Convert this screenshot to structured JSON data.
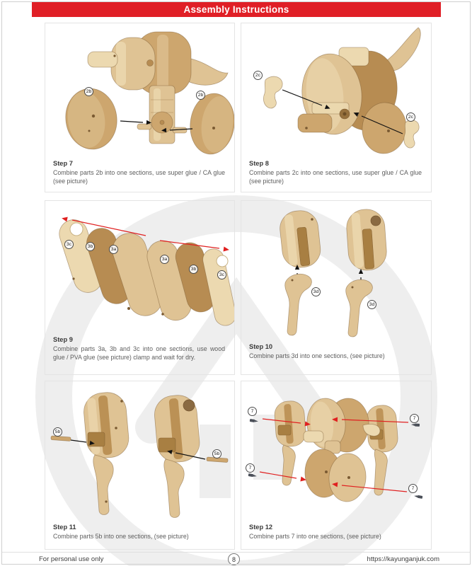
{
  "header": {
    "title": "Assembly Instructions",
    "bar_color": "#e01f26"
  },
  "steps": [
    {
      "title": "Step 7",
      "instruction": "Combine parts 2b into one sections, use super glue / CA glue (see picture)",
      "labels": [
        "2b",
        "2b"
      ]
    },
    {
      "title": "Step 8",
      "instruction": "Combine parts 2c into one sections, use super glue / CA glue (see picture)",
      "labels": [
        "2c",
        "2c"
      ]
    },
    {
      "title": "Step 9",
      "instruction": "Combine parts 3a, 3b and 3c into one sections, use wood glue / PVA glue (see picture) clamp and wait for dry.",
      "labels": [
        "3c",
        "3b",
        "3a",
        "3a",
        "3b",
        "3c"
      ]
    },
    {
      "title": "Step 10",
      "instruction": "Combine parts 3d into one sections, (see picture)",
      "labels": [
        "3d",
        "3d"
      ]
    },
    {
      "title": "Step 11",
      "instruction": "Combine parts 5b into one sections, (see picture)",
      "labels": [
        "5b",
        "5b"
      ]
    },
    {
      "title": "Step 12",
      "instruction": "Combine parts 7 into one sections, (see picture)",
      "labels": [
        "7",
        "7",
        "7",
        "7"
      ]
    }
  ],
  "footer": {
    "left": "For personal use only",
    "page_number": "8",
    "right": "https://kayunganjuk.com"
  },
  "colors": {
    "header_red": "#e01f26",
    "arrow_red": "#e02020",
    "arrow_black": "#111111",
    "wood_light": "#ecd9b0",
    "wood_mid": "#dfc394",
    "wood_dark": "#b78c52"
  }
}
